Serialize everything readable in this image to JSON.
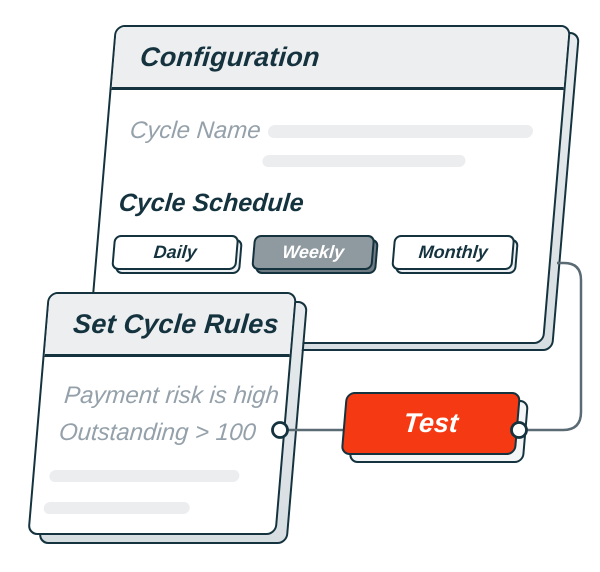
{
  "page": {
    "background": "#FFFFFF"
  },
  "colors": {
    "outline_dark": "#14333E",
    "accent_red": "#F43913",
    "selected_option_gray": "#8F99A0",
    "muted_text": "#95A1AA",
    "header_gray": "#EDEEF0",
    "connector_gray": "#5A6B74"
  },
  "configuration_card": {
    "title": "Configuration",
    "cycle_name_label": "Cycle Name",
    "schedule": {
      "label": "Cycle Schedule",
      "options": [
        {
          "label": "Daily",
          "selected": false
        },
        {
          "label": "Weekly",
          "selected": true
        },
        {
          "label": "Monthly",
          "selected": false
        }
      ]
    }
  },
  "rules_card": {
    "title": "Set Cycle Rules",
    "rules": [
      "Payment risk is high",
      "Outstanding > 100"
    ]
  },
  "test_button": {
    "label": "Test"
  }
}
